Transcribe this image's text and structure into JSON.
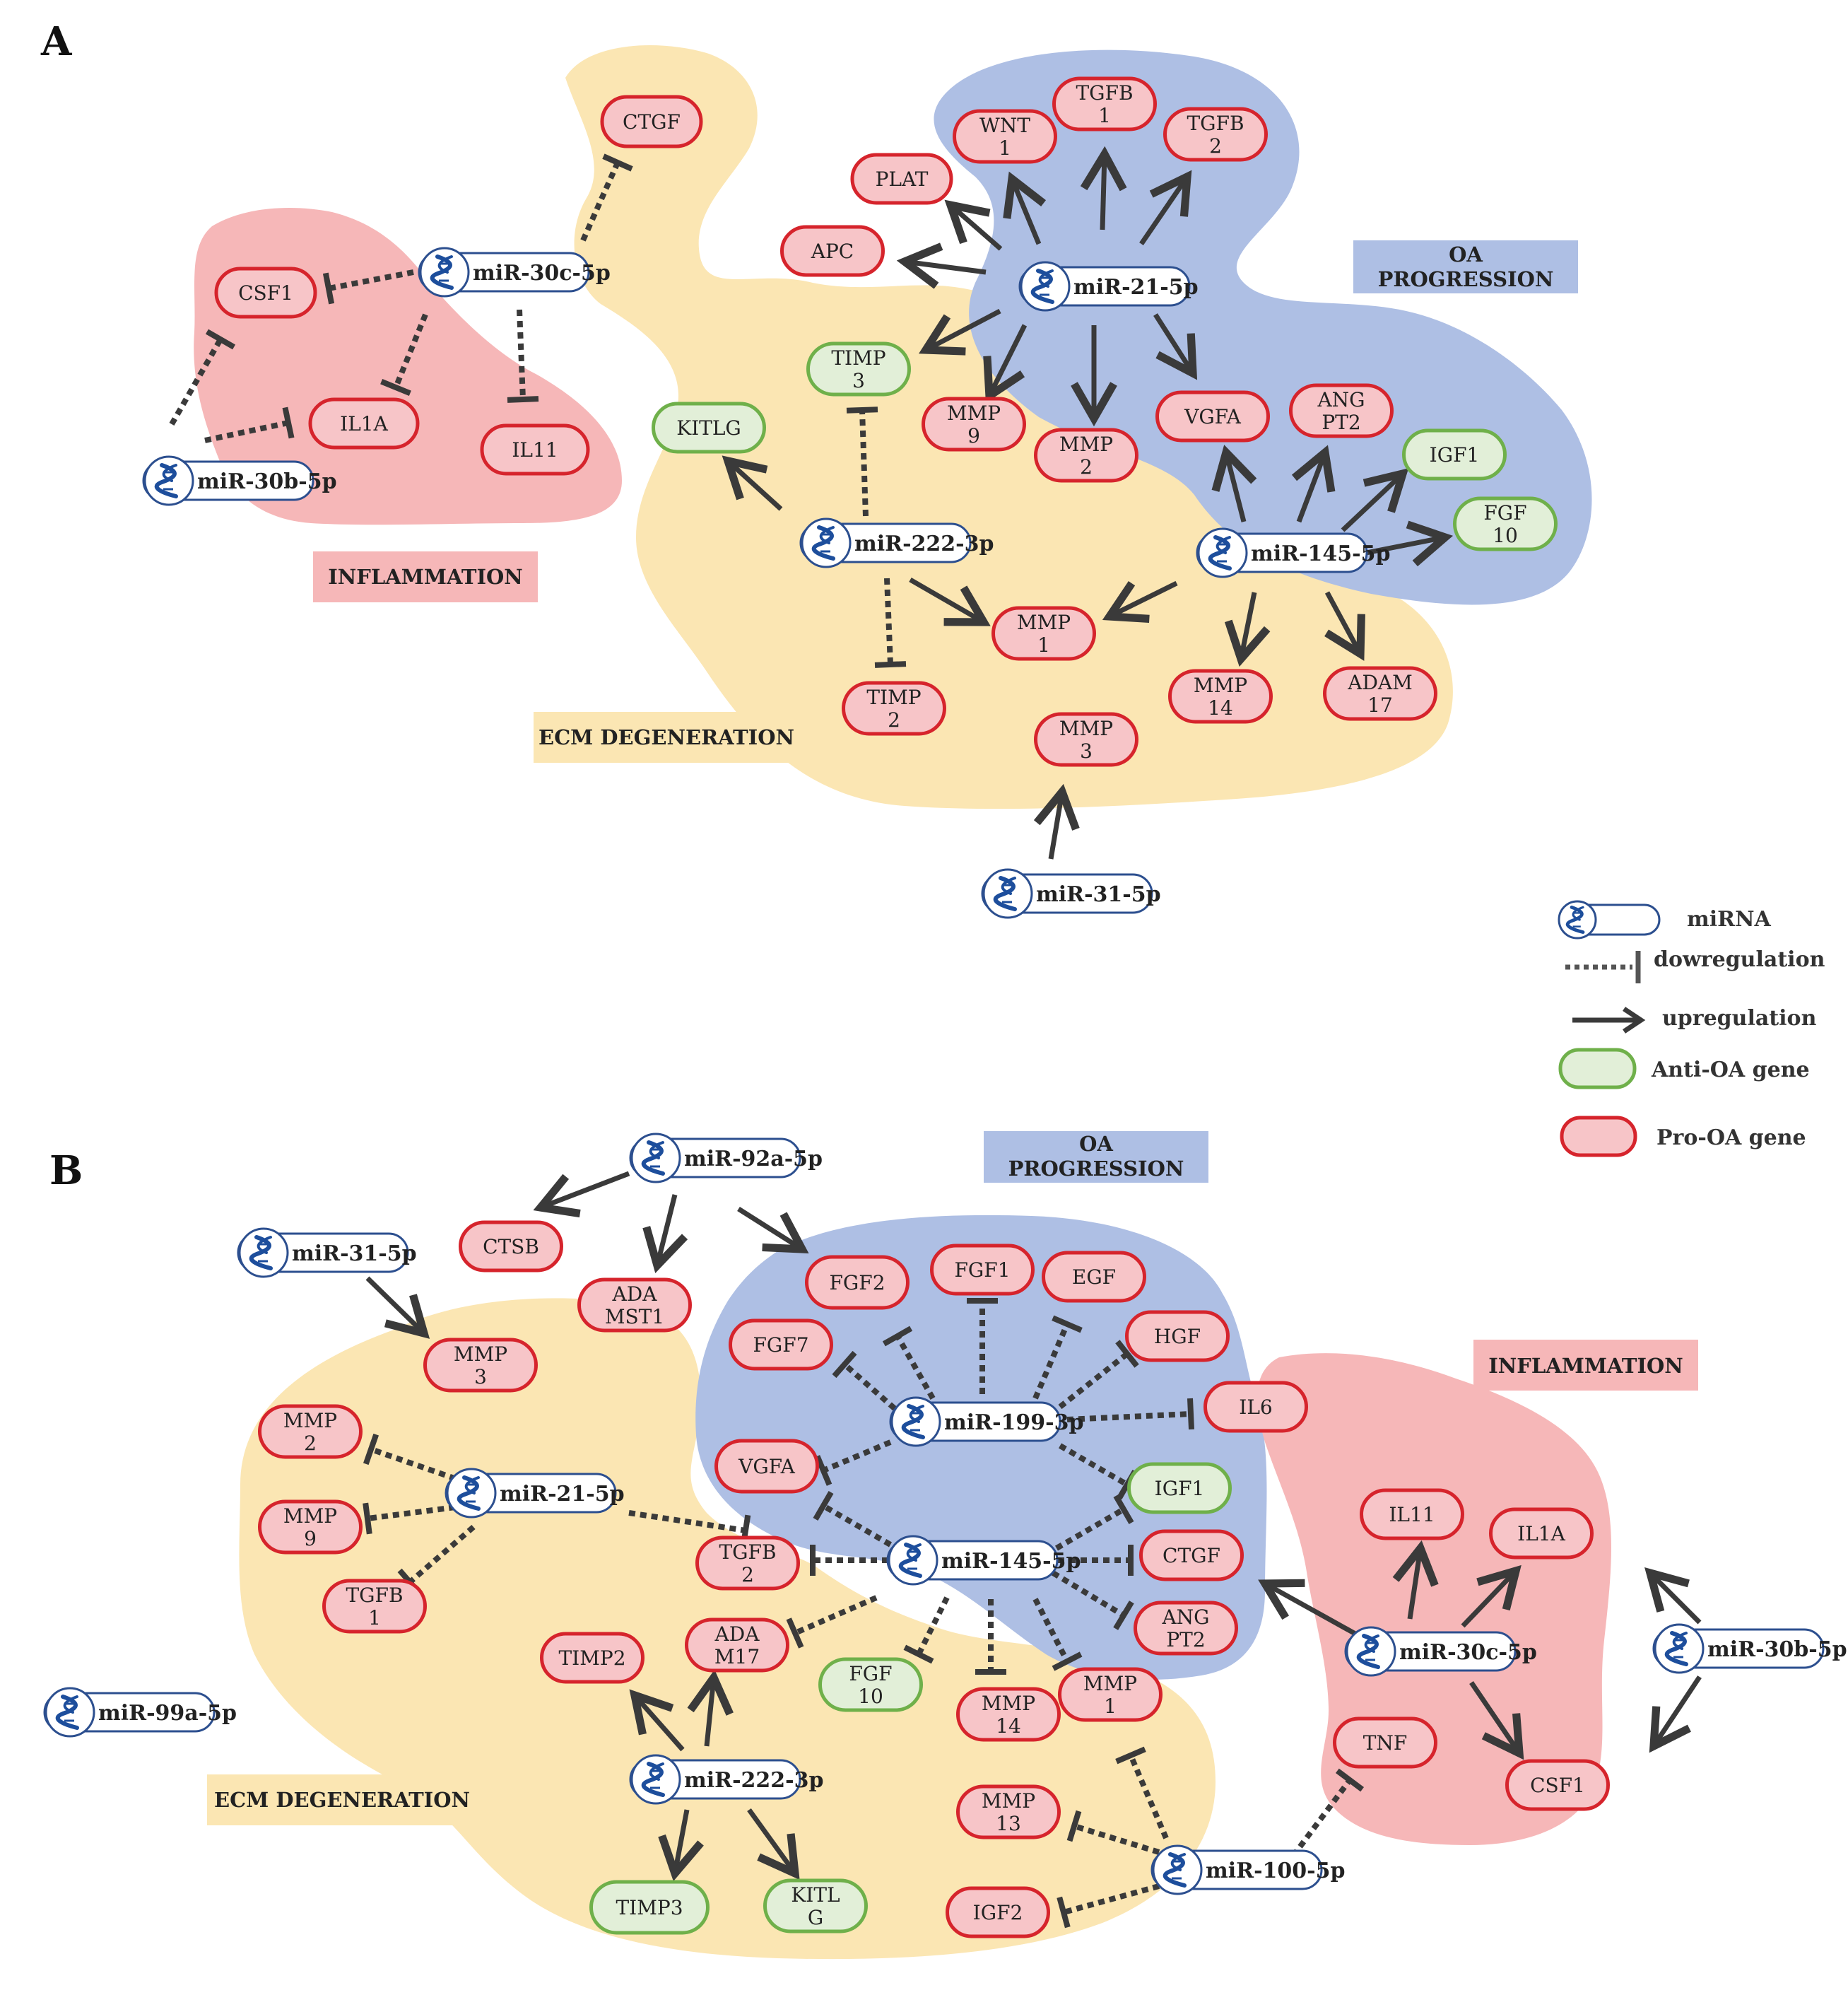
{
  "colors": {
    "ecm_blob": "#fbe6b3",
    "oa_blob": "#aebfe4",
    "inflam_blob": "#f6b7b8",
    "pro_gene_fill": "#f7c5c8",
    "pro_gene_stroke": "#d6242c",
    "anti_gene_fill": "#e2efd8",
    "anti_gene_stroke": "#6fb04a",
    "mirna_stroke": "#2c4f8f",
    "mirna_helix": "#1d4e9c",
    "edge": "#3a3a3a"
  },
  "panel_a": {
    "letter": "A",
    "labels": {
      "oa": [
        "OA",
        "PROGRESSION"
      ],
      "inflammation": [
        "INFLAMMATION"
      ],
      "ecm": [
        "ECM DEGENERATION"
      ]
    },
    "mirnas": [
      "miR-30c-5p",
      "miR-30b-5p",
      "miR-21-5p",
      "miR-222-3p",
      "miR-145-5p",
      "miR-31-5p"
    ],
    "genes": [
      {
        "lines": [
          "CTGF"
        ],
        "type": "pro"
      },
      {
        "lines": [
          "CSF1"
        ],
        "type": "pro"
      },
      {
        "lines": [
          "IL1A"
        ],
        "type": "pro"
      },
      {
        "lines": [
          "IL11"
        ],
        "type": "pro"
      },
      {
        "lines": [
          "WNT",
          "1"
        ],
        "type": "pro"
      },
      {
        "lines": [
          "TGFB",
          "1"
        ],
        "type": "pro"
      },
      {
        "lines": [
          "TGFB",
          "2"
        ],
        "type": "pro"
      },
      {
        "lines": [
          "PLAT"
        ],
        "type": "pro"
      },
      {
        "lines": [
          "APC"
        ],
        "type": "pro"
      },
      {
        "lines": [
          "TIMP",
          "3"
        ],
        "type": "anti"
      },
      {
        "lines": [
          "KITLG"
        ],
        "type": "anti"
      },
      {
        "lines": [
          "MMP",
          "9"
        ],
        "type": "pro"
      },
      {
        "lines": [
          "MMP",
          "2"
        ],
        "type": "pro"
      },
      {
        "lines": [
          "VGFA"
        ],
        "type": "pro"
      },
      {
        "lines": [
          "ANG",
          "PT2"
        ],
        "type": "pro"
      },
      {
        "lines": [
          "IGF1"
        ],
        "type": "anti"
      },
      {
        "lines": [
          "FGF",
          "10"
        ],
        "type": "anti"
      },
      {
        "lines": [
          "MMP",
          "1"
        ],
        "type": "pro"
      },
      {
        "lines": [
          "TIMP",
          "2"
        ],
        "type": "pro"
      },
      {
        "lines": [
          "MMP",
          "14"
        ],
        "type": "pro"
      },
      {
        "lines": [
          "ADAM",
          "17"
        ],
        "type": "pro"
      },
      {
        "lines": [
          "MMP",
          "3"
        ],
        "type": "pro"
      }
    ]
  },
  "panel_b": {
    "letter": "B",
    "labels": {
      "oa": [
        "OA",
        "PROGRESSION"
      ],
      "inflammation": [
        "INFLAMMATION"
      ],
      "ecm": [
        "ECM DEGENERATION"
      ]
    },
    "mirnas": [
      "miR-92a-5p",
      "miR-31-5p",
      "miR-21-5p",
      "miR-199-3p",
      "miR-145-5p",
      "miR-222-3p",
      "miR-99a-5p",
      "miR-100-5p",
      "miR-30c-5p",
      "miR-30b-5p"
    ],
    "genes": [
      {
        "lines": [
          "CTSB"
        ],
        "type": "pro"
      },
      {
        "lines": [
          "ADA",
          "MST1"
        ],
        "type": "pro"
      },
      {
        "lines": [
          "MMP",
          "3"
        ],
        "type": "pro"
      },
      {
        "lines": [
          "MMP",
          "2"
        ],
        "type": "pro"
      },
      {
        "lines": [
          "MMP",
          "9"
        ],
        "type": "pro"
      },
      {
        "lines": [
          "TGFB",
          "1"
        ],
        "type": "pro"
      },
      {
        "lines": [
          "FGF2"
        ],
        "type": "pro"
      },
      {
        "lines": [
          "FGF1"
        ],
        "type": "pro"
      },
      {
        "lines": [
          "EGF"
        ],
        "type": "pro"
      },
      {
        "lines": [
          "FGF7"
        ],
        "type": "pro"
      },
      {
        "lines": [
          "HGF"
        ],
        "type": "pro"
      },
      {
        "lines": [
          "IL6"
        ],
        "type": "pro"
      },
      {
        "lines": [
          "VGFA"
        ],
        "type": "pro"
      },
      {
        "lines": [
          "IGF1"
        ],
        "type": "anti"
      },
      {
        "lines": [
          "TGFB",
          "2"
        ],
        "type": "pro"
      },
      {
        "lines": [
          "CTGF"
        ],
        "type": "pro"
      },
      {
        "lines": [
          "ANG",
          "PT2"
        ],
        "type": "pro"
      },
      {
        "lines": [
          "ADA",
          "M17"
        ],
        "type": "pro"
      },
      {
        "lines": [
          "TIMP2"
        ],
        "type": "pro"
      },
      {
        "lines": [
          "FGF",
          "10"
        ],
        "type": "anti"
      },
      {
        "lines": [
          "MMP",
          "14"
        ],
        "type": "pro"
      },
      {
        "lines": [
          "MMP",
          "1"
        ],
        "type": "pro"
      },
      {
        "lines": [
          "MMP",
          "13"
        ],
        "type": "pro"
      },
      {
        "lines": [
          "IGF2"
        ],
        "type": "pro"
      },
      {
        "lines": [
          "TIMP3"
        ],
        "type": "anti"
      },
      {
        "lines": [
          "KITL",
          "G"
        ],
        "type": "anti"
      },
      {
        "lines": [
          "IL11"
        ],
        "type": "pro"
      },
      {
        "lines": [
          "IL1A"
        ],
        "type": "pro"
      },
      {
        "lines": [
          "TNF"
        ],
        "type": "pro"
      },
      {
        "lines": [
          "CSF1"
        ],
        "type": "pro"
      }
    ]
  },
  "legend": {
    "items": [
      "miRNA",
      "dowregulation",
      "upregulation",
      "Anti-OA gene",
      "Pro-OA gene"
    ]
  }
}
